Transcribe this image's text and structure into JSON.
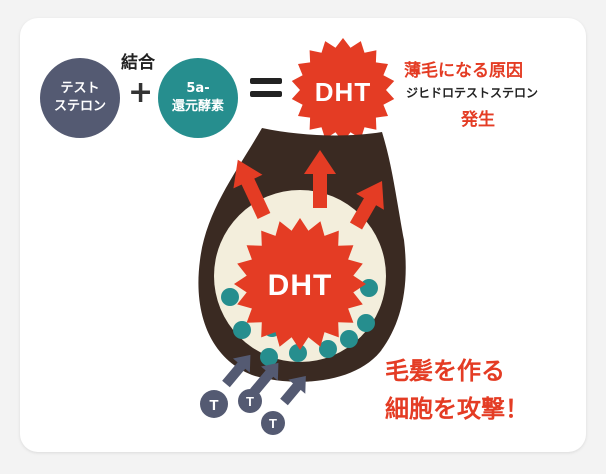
{
  "top": {
    "testosterone": "テスト\nステロン",
    "bond": "結合",
    "plus": "+",
    "enzyme": "5a-\n還元酵素",
    "dht": "DHT"
  },
  "cause": {
    "title": "薄毛になる原因",
    "subtitle": "ジヒドロテストステロン",
    "occur": "発生"
  },
  "follicle": {
    "dht": "DHT",
    "t_label": "T"
  },
  "attack": {
    "line1": "毛髪を作る",
    "line2": "細胞を攻撃！"
  },
  "colors": {
    "red": "#e43c24",
    "teal": "#268e8e",
    "slate": "#545a72",
    "brown": "#3a2a22",
    "cream": "#f3eedc"
  }
}
